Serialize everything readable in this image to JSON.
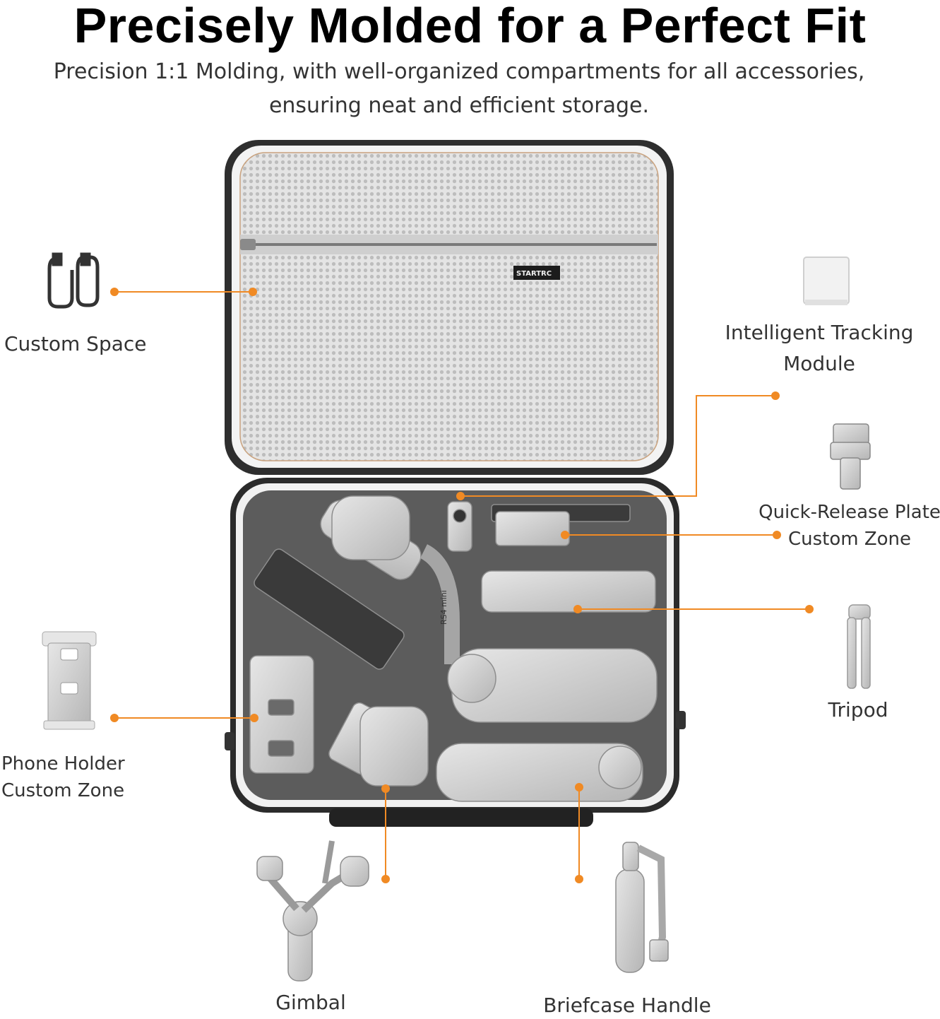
{
  "header": {
    "title": "Precisely Molded for a Perfect Fit",
    "subtitle_line1": "Precision 1:1 Molding, with well-organized compartments for all accessories,",
    "subtitle_line2": "ensuring neat and efficient storage."
  },
  "labels": {
    "custom_space": "Custom Space",
    "tracking_module_line1": "Intelligent Tracking",
    "tracking_module_line2": "Module",
    "qr_plate_line1": "Quick-Release Plate",
    "qr_plate_line2": "Custom Zone",
    "tripod": "Tripod",
    "phone_holder_line1": "Phone Holder",
    "phone_holder_line2": "Custom Zone",
    "gimbal": "Gimbal",
    "briefcase_handle": "Briefcase Handle"
  },
  "case": {
    "brand": "STARTRC",
    "gimbal_model": "RS4 mini"
  },
  "colors": {
    "accent_orange": "#f08a24",
    "case_shell": "#2d2d2d",
    "mesh_lid": "#d9d9d9",
    "foam": "#5a5a5a",
    "device_gray": "#cfcfcf"
  },
  "icons": [
    "cable-icon",
    "tracking-module-icon",
    "quick-release-plate-icon",
    "tripod-icon",
    "phone-holder-icon",
    "gimbal-icon",
    "briefcase-handle-icon"
  ]
}
